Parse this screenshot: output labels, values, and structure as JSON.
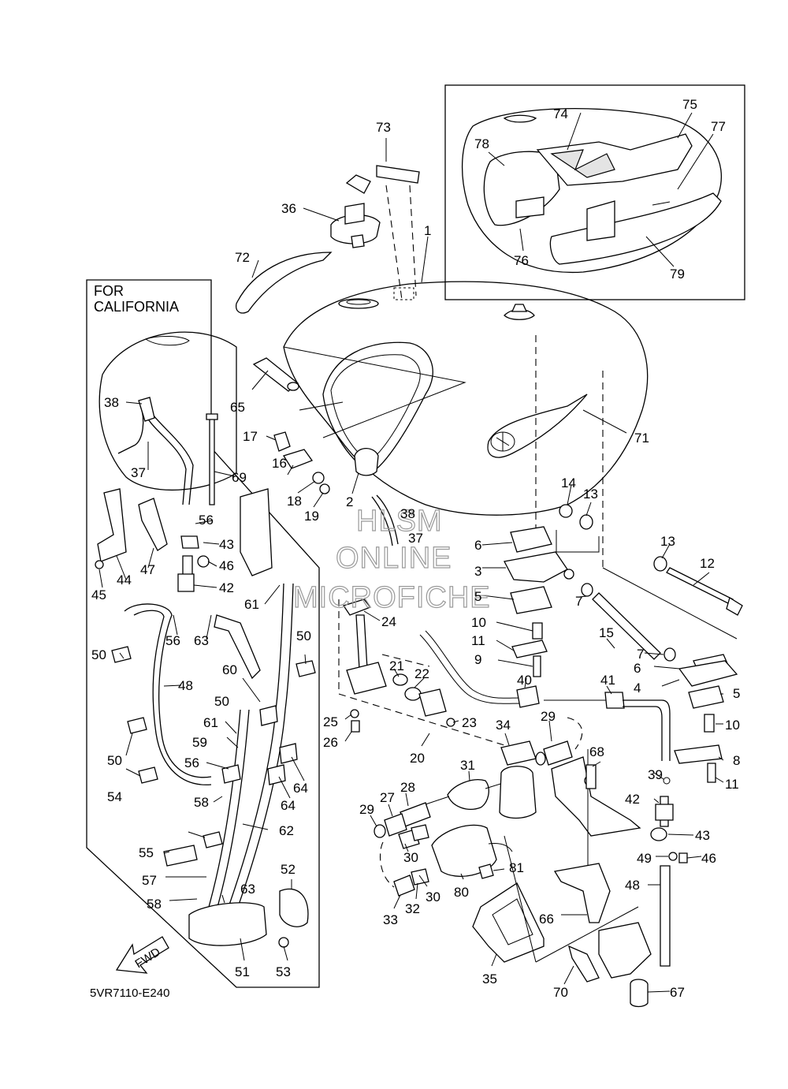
{
  "california_box": {
    "line1": "FOR",
    "line2": "CALIFORNIA"
  },
  "diagram_code": "5VR7110-E240",
  "fwd_arrow": "FWD",
  "watermark": {
    "line1": "HLSM",
    "line2": "ONLINE",
    "line3": "MICROFICHE"
  },
  "part_labels": [
    "1",
    "2",
    "3",
    "4",
    "5",
    "5",
    "6",
    "6",
    "7",
    "7",
    "8",
    "9",
    "10",
    "10",
    "11",
    "11",
    "12",
    "13",
    "13",
    "14",
    "15",
    "16",
    "17",
    "18",
    "19",
    "20",
    "21",
    "22",
    "23",
    "24",
    "25",
    "26",
    "27",
    "28",
    "29",
    "29",
    "30",
    "30",
    "31",
    "32",
    "33",
    "34",
    "35",
    "36",
    "37",
    "37",
    "38",
    "38",
    "39",
    "40",
    "41",
    "42",
    "42",
    "43",
    "43",
    "44",
    "45",
    "46",
    "46",
    "47",
    "48",
    "48",
    "49",
    "50",
    "50",
    "50",
    "50",
    "51",
    "52",
    "53",
    "54",
    "55",
    "56",
    "56",
    "56",
    "57",
    "58",
    "58",
    "59",
    "60",
    "61",
    "61",
    "62",
    "63",
    "63",
    "64",
    "64",
    "65",
    "66",
    "67",
    "68",
    "69",
    "70",
    "71",
    "72",
    "73",
    "74",
    "75",
    "76",
    "77",
    "78",
    "79",
    "80",
    "81"
  ]
}
